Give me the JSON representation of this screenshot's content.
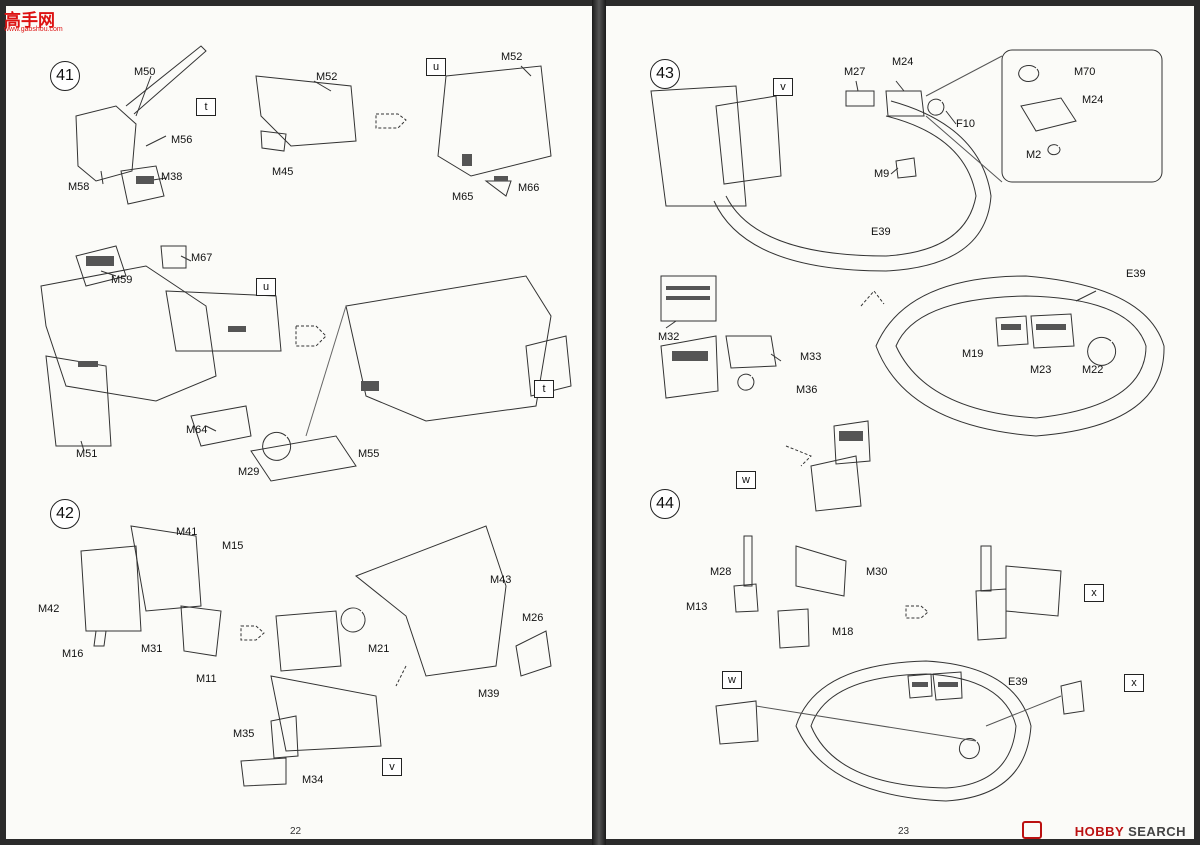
{
  "watermark": {
    "cn": "高手网",
    "url": "www.gaoshou.com"
  },
  "brand": {
    "name": "HOBBY",
    "suffix": "SEARCH",
    "color": "#b11111"
  },
  "left_page": {
    "page_number": "22",
    "steps": [
      {
        "number": "41",
        "labels": [
          "M50",
          "M56",
          "M58",
          "M38",
          "M52",
          "M45",
          "M52",
          "M65",
          "M66",
          "M59",
          "M67",
          "M51",
          "M64",
          "M29",
          "M55"
        ],
        "markers": [
          "t",
          "u",
          "u",
          "t"
        ]
      },
      {
        "number": "42",
        "labels": [
          "M41",
          "M15",
          "M42",
          "M16",
          "M31",
          "M11",
          "M21",
          "M43",
          "M26",
          "M39",
          "M35",
          "M34"
        ],
        "markers": [
          "v"
        ]
      }
    ]
  },
  "right_page": {
    "page_number": "23",
    "steps": [
      {
        "number": "43",
        "labels": [
          "M27",
          "M24",
          "F10",
          "M9",
          "E39",
          "M70",
          "M24",
          "M2",
          "M32",
          "M33",
          "M36",
          "E39",
          "M19",
          "M23",
          "M22"
        ],
        "markers": [
          "v",
          "w"
        ]
      },
      {
        "number": "44",
        "labels": [
          "M28",
          "M13",
          "M30",
          "M18",
          "E39"
        ],
        "markers": [
          "x",
          "w",
          "x"
        ]
      }
    ]
  }
}
